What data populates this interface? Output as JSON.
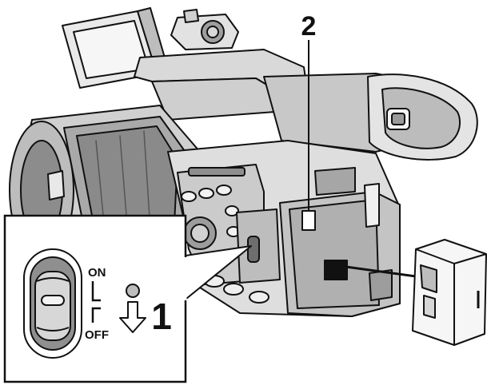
{
  "callouts": {
    "step1": "1",
    "step2": "2"
  },
  "power_switch": {
    "on_label": "ON",
    "off_label": "OFF"
  },
  "icons": {
    "step_arrow": "down-arrow-icon",
    "switch_position": "power-toggle-icon"
  },
  "colors": {
    "line": "#111111",
    "light_gray": "#e8e8e8",
    "mid_gray": "#bdbdbd",
    "dark_gray": "#6a6a6a"
  }
}
